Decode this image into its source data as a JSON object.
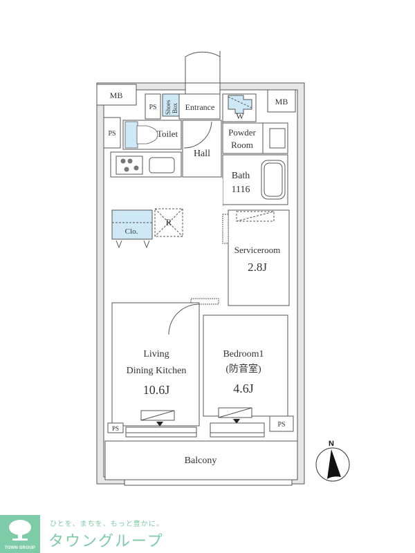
{
  "plan": {
    "rooms": {
      "mb_left": "MB",
      "mb_right": "MB",
      "ps_top": "PS",
      "ps_toilet": "PS",
      "ps_bottom_left": "PS",
      "ps_bottom_right": "PS",
      "shoes_box_line1": "Shoes",
      "shoes_box_line2": "Box",
      "entrance": "Entrance",
      "washer": "W",
      "toilet": "Toilet",
      "hall": "Hall",
      "powder_room_line1": "Powder",
      "powder_room_line2": "Room",
      "bath_line1": "Bath",
      "bath_line2": "1116",
      "refrigerator": "R",
      "closet": "Clo.",
      "serviceroom_name": "Serviceroom",
      "serviceroom_size": "2.8J",
      "ldk_line1": "Living",
      "ldk_line2": "Dining Kitchen",
      "ldk_size": "10.6J",
      "bedroom_name": "Bedroom1",
      "bedroom_note": "(防音室)",
      "bedroom_size": "4.6J",
      "balcony": "Balcony"
    },
    "compass": {
      "label": "N"
    },
    "colors": {
      "wall": "#e6e6e6",
      "line": "#555555",
      "fixture_fill": "#cfe8f5"
    }
  },
  "logo": {
    "brand_en": "TOWN GROUP",
    "slogan": "ひとを、まちを、もっと豊かに。",
    "brand_jp": "タウングループ",
    "color": "#7ecba7"
  }
}
